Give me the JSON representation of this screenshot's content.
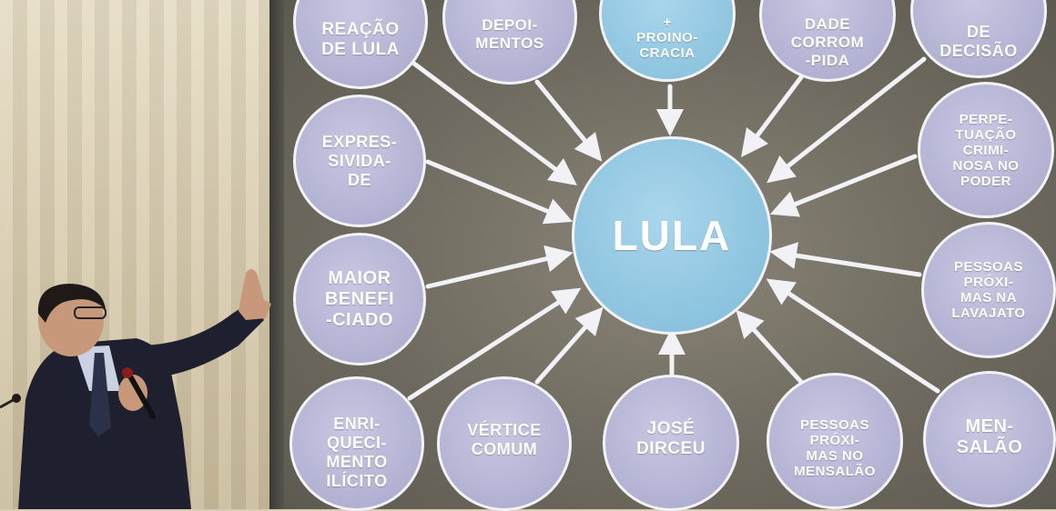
{
  "center_node": {
    "label": "LULA"
  },
  "nodes": [
    {
      "id": "reacao",
      "label": "REAÇÃO\nDE LULA"
    },
    {
      "id": "depoimentos",
      "label": "DEPOI-\nMENTOS"
    },
    {
      "id": "proinocracia",
      "label": "+\nPROINO-\nCRACIA"
    },
    {
      "id": "corrompida",
      "label": "DADE\nCORROM\n-PIDA"
    },
    {
      "id": "decisao",
      "label": "DE\nDECISÃO"
    },
    {
      "id": "expressividade",
      "label": "EXPRES-\nSIVIDA-\nDE"
    },
    {
      "id": "perpetuacao",
      "label": "PERPE-\nTUAÇÃO\nCRIMI-\nNOSA NO\nPODER"
    },
    {
      "id": "maior-beneficiado",
      "label": "MAIOR\nBENEFI\n-CIADO"
    },
    {
      "id": "pessoas-lavajato",
      "label": "PESSOAS\nPRÓXI-\nMAS NA\nLAVAJATO"
    },
    {
      "id": "enriquecimento",
      "label": "ENRI-\nQUECI-\nMENTO\nILÍCITO"
    },
    {
      "id": "vertice",
      "label": "VÉRTICE\nCOMUM"
    },
    {
      "id": "jose-dirceu",
      "label": "JOSÉ\nDIRCEU"
    },
    {
      "id": "pessoas-mensalao",
      "label": "PESSOAS\nPRÓXI-\nMAS NO\nMENSALÃO"
    },
    {
      "id": "mensalao",
      "label": "MEN-\nSALÃO"
    }
  ],
  "colors": {
    "node_fill": "#b3b1d2",
    "center_fill": "#8cc3de",
    "arrow": "#f2f2f6",
    "slide_bg": "#6f6b60"
  }
}
